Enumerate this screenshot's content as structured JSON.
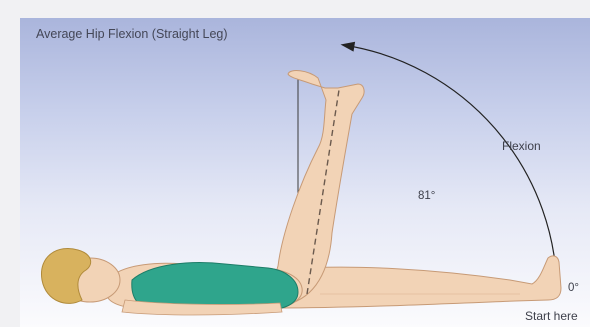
{
  "diagram": {
    "title": "Average Hip Flexion (Straight Leg)",
    "motion_label": "Flexion",
    "angle_value": "81°",
    "zero_label": "0°",
    "start_label": "Start here",
    "flexion_angle_degrees": 81
  },
  "colors": {
    "skin": "#f2d3b6",
    "skin_outline": "#c79a76",
    "shorts": "#f7e4d2",
    "swimsuit": "#2fa58c",
    "swimsuit_dark": "#1d7d68",
    "hair": "#d8b25e",
    "line": "#3a3a3a",
    "arc_arrow": "#222222"
  }
}
